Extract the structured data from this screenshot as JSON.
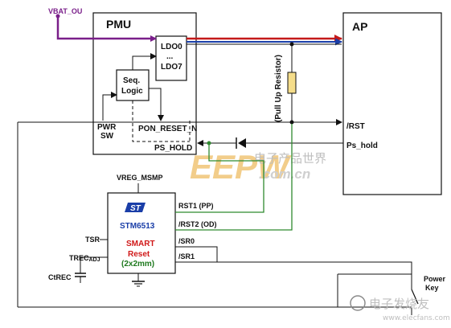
{
  "signals": {
    "vbat": "VBAT_OU",
    "vreg": "VREG_MSMP",
    "pull_up": "(Pull Up Resistor)"
  },
  "pmu": {
    "title": "PMU",
    "ldo_top": "LDO0",
    "ldo_dots": "...",
    "ldo_bottom": "LDO7",
    "seq_line1": "Seq.",
    "seq_line2": "Logic",
    "pwr_line1": "PWR",
    "pwr_line2": "SW",
    "pon_reset": "PON_RESET_N",
    "ps_hold": "PS_HOLD"
  },
  "ap": {
    "title": "AP",
    "rst": "/RST",
    "ps_hold": "Ps_hold"
  },
  "stm": {
    "part": "STM6513",
    "smart": "SMART",
    "reset": "Reset",
    "size": "(2x2mm)",
    "rst1": "RST1 (PP)",
    "rst2": "/RST2 (OD)",
    "sr0": "/SR0",
    "sr1": "/SR1",
    "tsr": "TSR",
    "trec": "TREC",
    "trec_sub": "ADJ",
    "ctrec": "CtREC"
  },
  "power_key": {
    "line1": "Power",
    "line2": "Key"
  },
  "watermarks": {
    "eepw": "EEPW",
    "eepw_cn": "电子产品世界",
    "eepw_url": ".com.cn",
    "elecfans": "电子发烧友",
    "elecfans_url": "www.elecfans.com"
  },
  "colors": {
    "supply": "#7a1f8a",
    "ldo_red": "#c41a1a",
    "ldo_blue": "#1a3ea8",
    "reset_green": "#2f8a2f",
    "st_blue": "#1a3ea8",
    "smart_red": "#d01818"
  }
}
